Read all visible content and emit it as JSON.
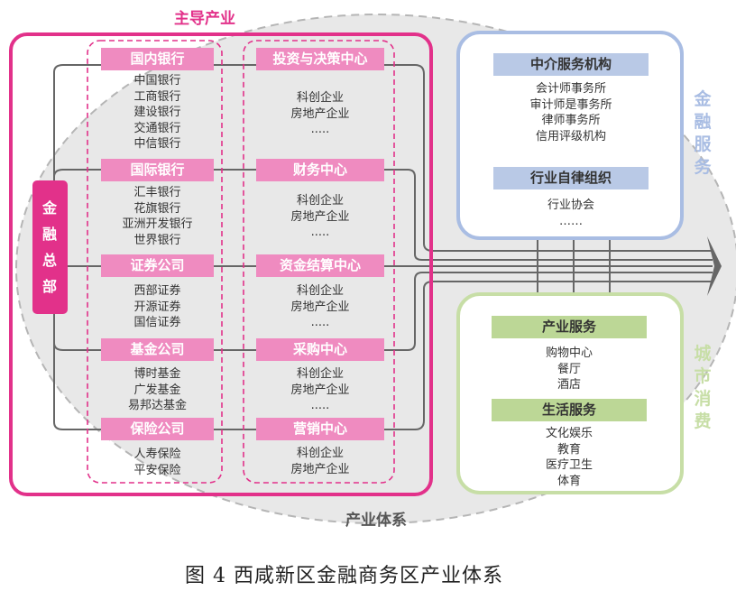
{
  "labels": {
    "leading_industry": "主导产业",
    "industry_system": "产业体系",
    "finance_service": "金融服务",
    "urban_consumption": "城市消费",
    "finance_hq": "金融总部"
  },
  "left_column": [
    {
      "title": "国内银行",
      "items": [
        "中国银行",
        "工商银行",
        "建设银行",
        "交通银行",
        "中信银行"
      ]
    },
    {
      "title": "国际银行",
      "items": [
        "汇丰银行",
        "花旗银行",
        "亚洲开发银行",
        "世界银行"
      ]
    },
    {
      "title": "证券公司",
      "items": [
        "西部证券",
        "开源证券",
        "国信证券"
      ]
    },
    {
      "title": "基金公司",
      "items": [
        "博时基金",
        "广发基金",
        "易邦达基金"
      ]
    },
    {
      "title": "保险公司",
      "items": [
        "人寿保险",
        "平安保险"
      ]
    }
  ],
  "right_column": [
    {
      "title": "投资与决策中心",
      "items": [
        "科创企业",
        "房地产企业",
        "....."
      ]
    },
    {
      "title": "财务中心",
      "items": [
        "科创企业",
        "房地产企业",
        "....."
      ]
    },
    {
      "title": "资金结算中心",
      "items": [
        "科创企业",
        "房地产企业",
        "....."
      ]
    },
    {
      "title": "采购中心",
      "items": [
        "科创企业",
        "房地产企业",
        "....."
      ]
    },
    {
      "title": "营销中心",
      "items": [
        "科创企业",
        "房地产企业"
      ]
    }
  ],
  "finance_service": [
    {
      "title": "中介服务机构",
      "items": [
        "会计师事务所",
        "审计师是事务所",
        "律师事务所",
        "信用评级机构"
      ]
    },
    {
      "title": "行业自律组织",
      "items": [
        "行业协会",
        "……"
      ]
    }
  ],
  "urban_consumption": [
    {
      "title": "产业服务",
      "items": [
        "购物中心",
        "餐厅",
        "酒店"
      ]
    },
    {
      "title": "生活服务",
      "items": [
        "文化娱乐",
        "教育",
        "医疗卫生",
        "体育"
      ]
    }
  ],
  "caption": "图 4  西咸新区金融商务区产业体系",
  "colors": {
    "magenta": "#e2318a",
    "pink_header": "#ef8bc0",
    "blue": "#a9bde3",
    "green": "#c7dea6",
    "ellipse_fill": "#e8e8e8",
    "flow_line": "#666666"
  }
}
